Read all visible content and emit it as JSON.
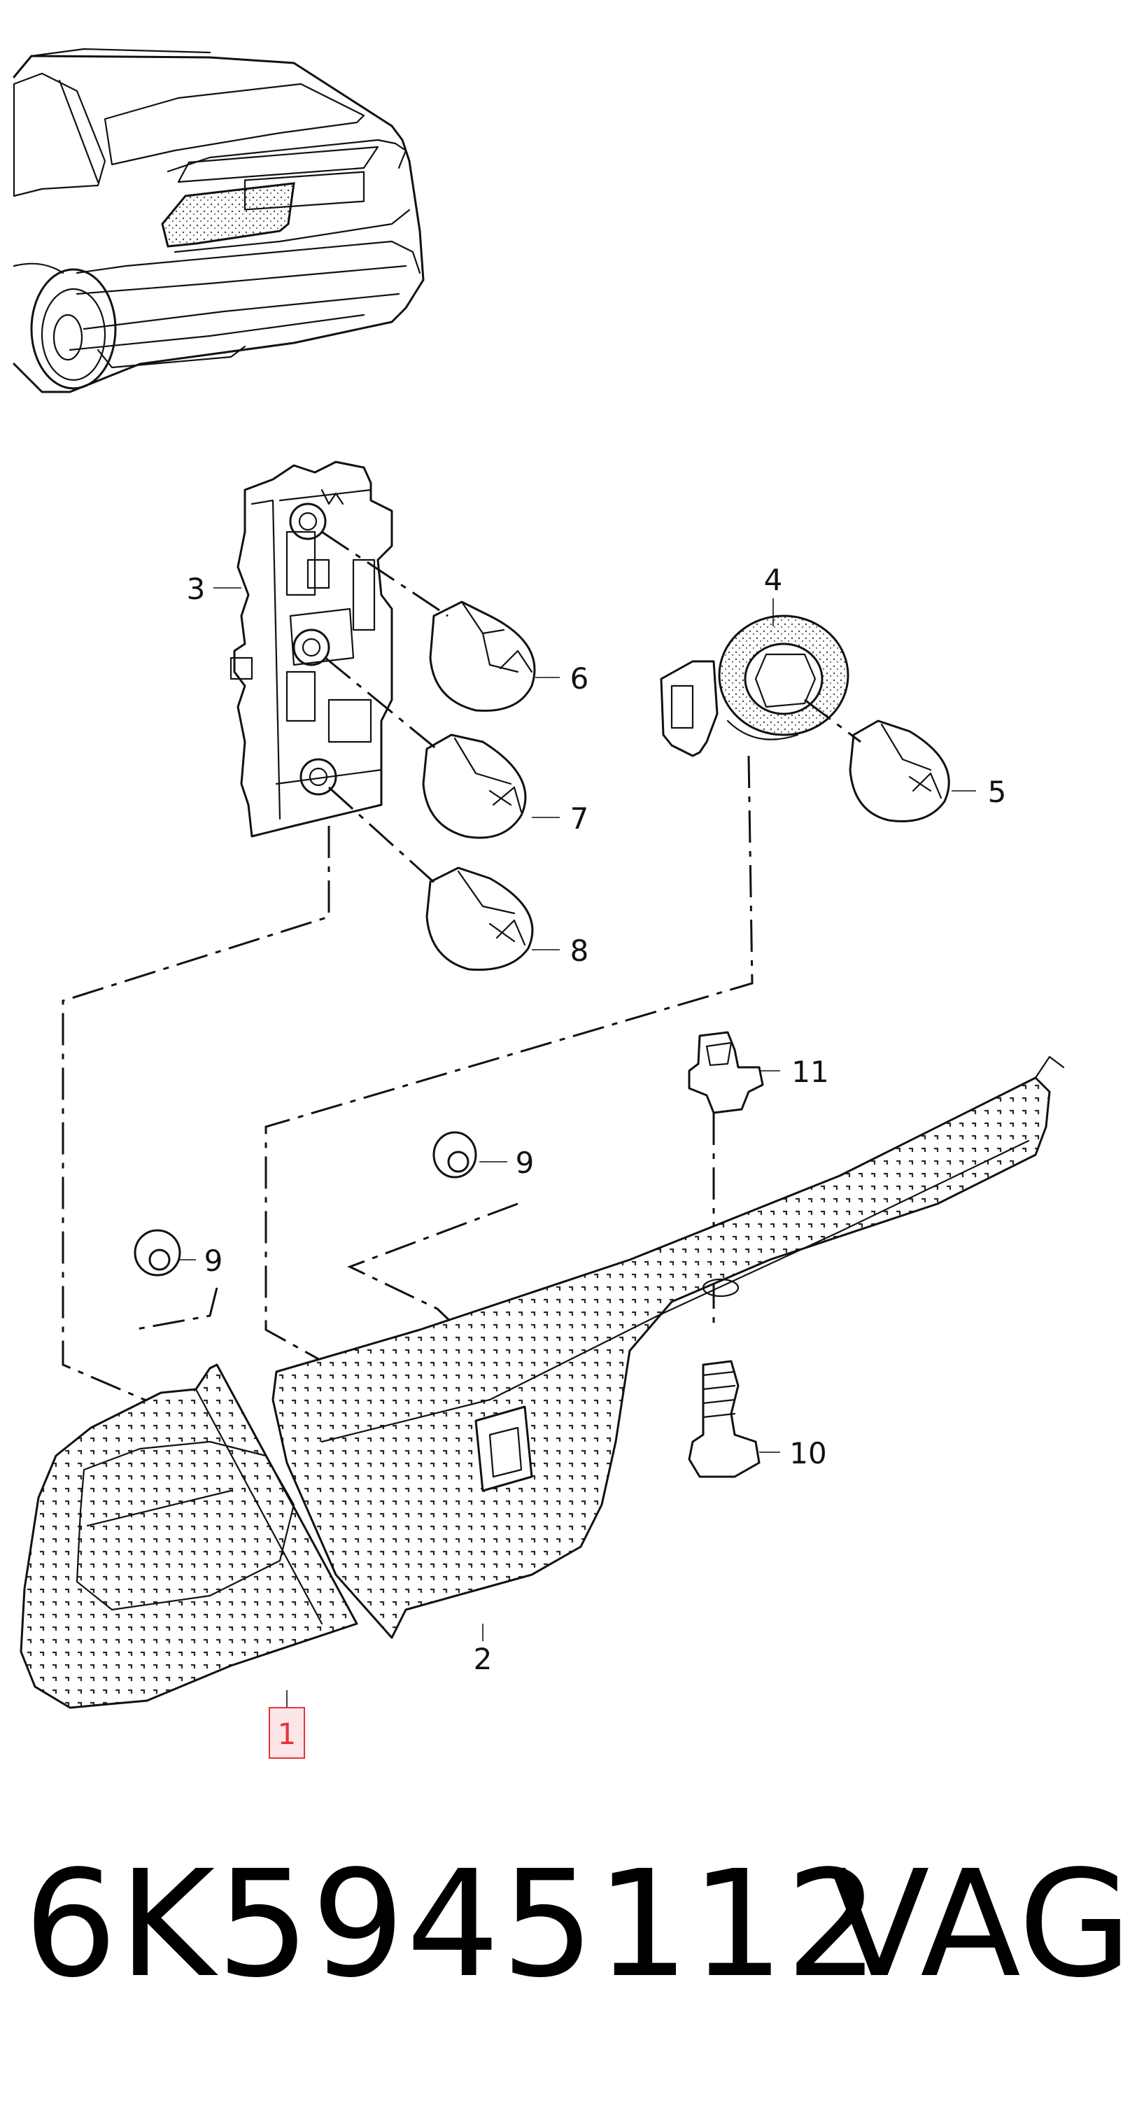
{
  "diagram": {
    "callouts": [
      {
        "id": "1",
        "label": "1",
        "highlighted": true
      },
      {
        "id": "2",
        "label": "2"
      },
      {
        "id": "3",
        "label": "3"
      },
      {
        "id": "4",
        "label": "4"
      },
      {
        "id": "5",
        "label": "5"
      },
      {
        "id": "6",
        "label": "6"
      },
      {
        "id": "7",
        "label": "7"
      },
      {
        "id": "8",
        "label": "8"
      },
      {
        "id": "9a",
        "label": "9"
      },
      {
        "id": "9b",
        "label": "9"
      },
      {
        "id": "10",
        "label": "10"
      },
      {
        "id": "11",
        "label": "11"
      }
    ],
    "highlight_color": "#e8333a"
  },
  "footer": {
    "part_number": "6K5945112",
    "brand": "VAG"
  }
}
